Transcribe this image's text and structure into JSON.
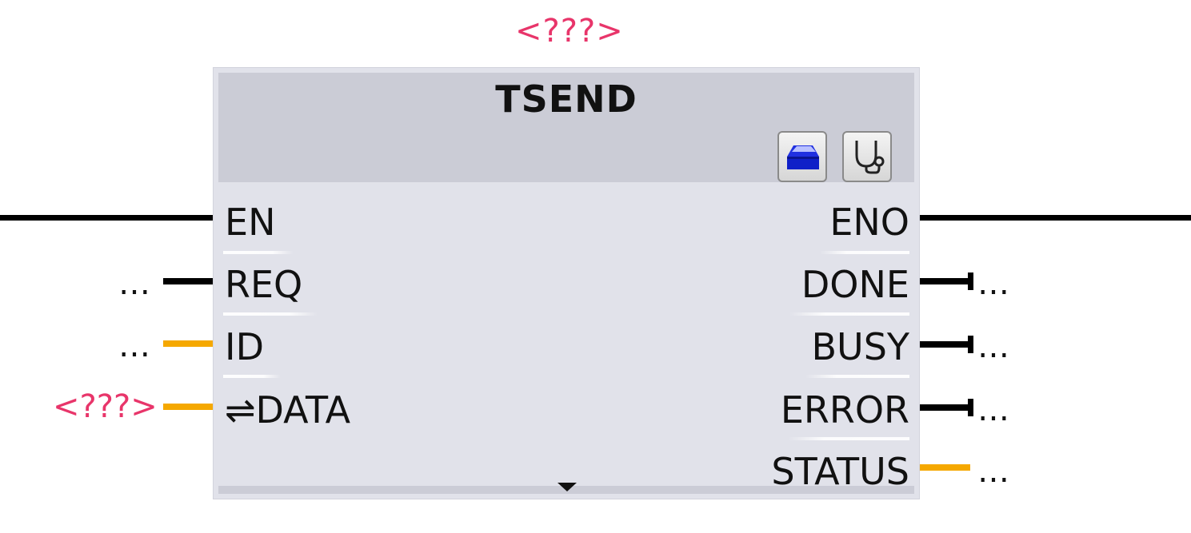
{
  "instance_name": "<???>",
  "block": {
    "title": "TSEND",
    "buttons": [
      {
        "name": "open-block-button",
        "icon": "open-box-icon"
      },
      {
        "name": "diagnostics-button",
        "icon": "stethoscope-icon"
      }
    ]
  },
  "inputs": [
    {
      "label": "EN",
      "type": "bool",
      "value": ""
    },
    {
      "label": "REQ",
      "type": "bool",
      "value": "…"
    },
    {
      "label": "ID",
      "type": "int",
      "value": "…"
    },
    {
      "label": "⇌DATA",
      "type": "variant",
      "value": "<???>"
    }
  ],
  "outputs": [
    {
      "label": "ENO",
      "type": "bool",
      "value": ""
    },
    {
      "label": "DONE",
      "type": "bool",
      "value": "…"
    },
    {
      "label": "BUSY",
      "type": "bool",
      "value": "…"
    },
    {
      "label": "ERROR",
      "type": "bool",
      "value": "…"
    },
    {
      "label": "STATUS",
      "type": "word",
      "value": "…"
    }
  ],
  "colors": {
    "unassigned_parameter": "#e8356a",
    "bool_wire": "#000000",
    "word_wire": "#f5a800",
    "block_body": "#e1e2ea",
    "block_header": "#cbccd6"
  },
  "icons": [
    "open-box-icon",
    "stethoscope-icon",
    "expand-arrow-icon"
  ]
}
